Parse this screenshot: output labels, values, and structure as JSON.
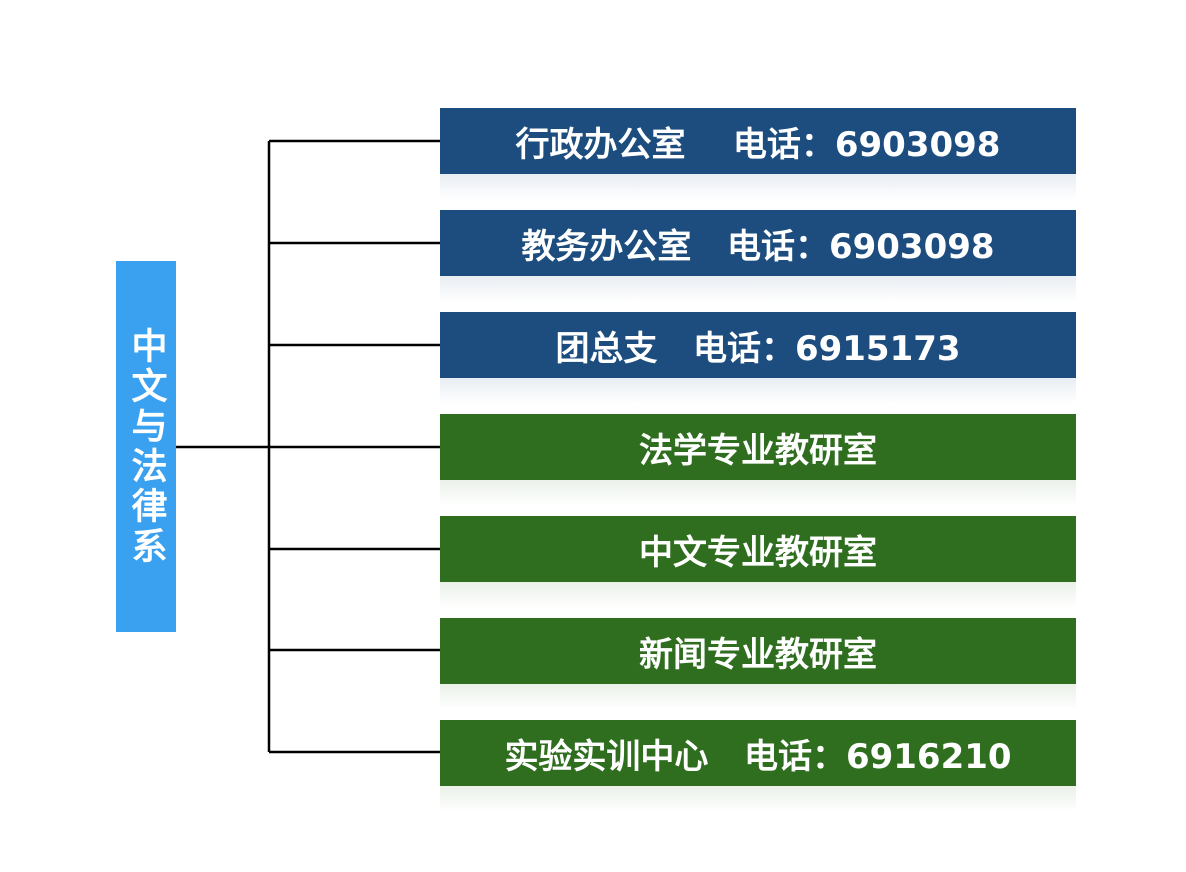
{
  "root": {
    "label": "中文与法律系",
    "color": "#3aa0f0"
  },
  "colors": {
    "blue": "#1c4d7e",
    "green": "#2f6e1f",
    "line": "#000000"
  },
  "departments": [
    {
      "label": "行政办公室    电话：6903098",
      "color": "blue"
    },
    {
      "label": "教务办公室   电话：6903098",
      "color": "blue"
    },
    {
      "label": "团总支   电话：6915173",
      "color": "blue"
    },
    {
      "label": "法学专业教研室",
      "color": "green"
    },
    {
      "label": "中文专业教研室",
      "color": "green"
    },
    {
      "label": "新闻专业教研室",
      "color": "green"
    },
    {
      "label": "实验实训中心   电话：6916210",
      "color": "green"
    }
  ]
}
